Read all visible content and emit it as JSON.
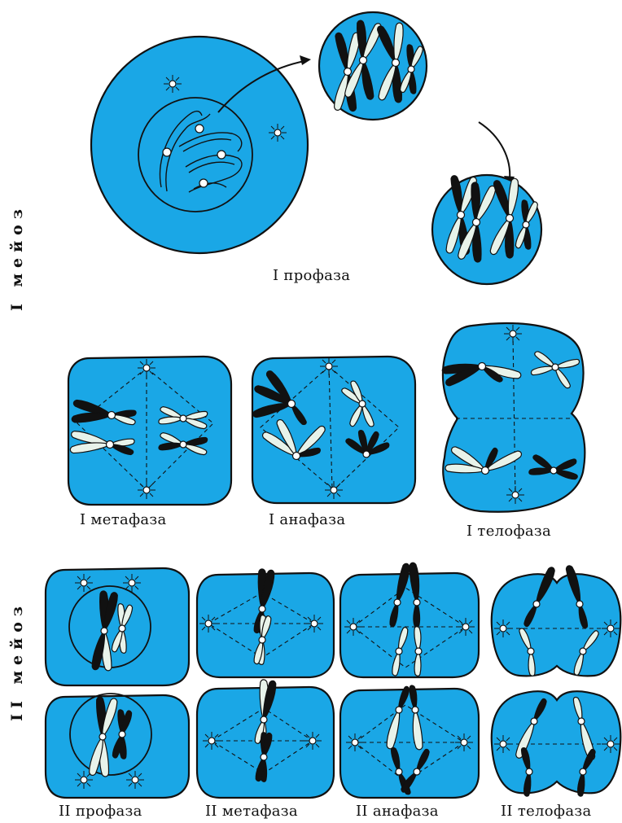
{
  "labels": {
    "meiosis1_side": "I мейоз",
    "meiosis2_side": "II мейоз",
    "prophase1": "I профаза",
    "metaphase1": "I метафаза",
    "anaphase1": "I анафаза",
    "telophase1": "I телофаза",
    "prophase2": "II профаза",
    "metaphase2": "II метафаза",
    "anaphase2": "II анафаза",
    "telophase2": "II телофаза"
  },
  "colors": {
    "cell_fill": "#1aa7e6",
    "outline": "#111111",
    "dark_chromosome": "#111111",
    "light_chromosome": "#e8f3ea"
  }
}
